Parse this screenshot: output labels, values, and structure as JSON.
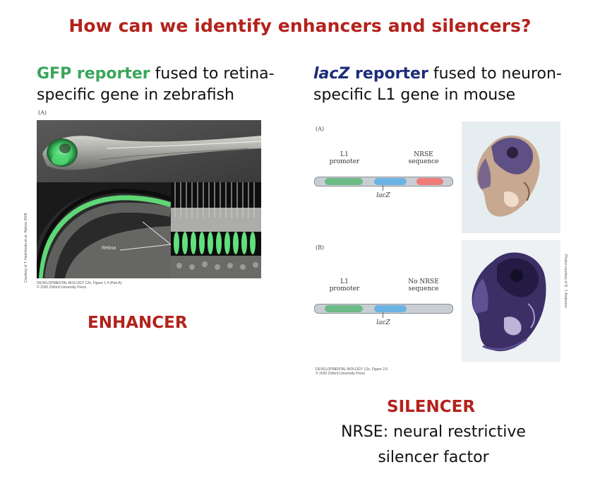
{
  "title": "How can we identify enhancers and silencers?",
  "left": {
    "caption_highlight": "GFP reporter",
    "caption_line1_rest": " fused to retina-",
    "caption_line2": "specific gene in zebrafish",
    "panel_label": "(A)",
    "overlay_label": "Retina",
    "credit_line1": "DEVELOPMENTAL BIOLOGY 12e, Figure 1.4 (Part A)",
    "credit_line2": "© 2020 Oxford University Press",
    "side_credit": "Courtesy of T. Hashimoto et al.; Nature 2009",
    "result_label": "ENHANCER"
  },
  "right": {
    "caption_highlight_italic": "lacZ",
    "caption_highlight_rest": " reporter",
    "caption_line1_rest": " fused to neuron-",
    "caption_line2": "specific L1 gene in mouse",
    "panel_a": "(A)",
    "panel_b": "(B)",
    "diagram_a": {
      "promoter_line1": "L1",
      "promoter_line2": "promoter",
      "sequence_line1": "NRSE",
      "sequence_line2": "sequence",
      "reporter": "lacZ"
    },
    "diagram_b": {
      "promoter_line1": "L1",
      "promoter_line2": "promoter",
      "sequence_line1": "No NRSE",
      "sequence_line2": "sequence",
      "reporter": "lacZ"
    },
    "credit_line1": "DEVELOPMENTAL BIOLOGY 12e, Figure 2.6",
    "credit_line2": "© 2020 Oxford University Press",
    "side_credit": "Photos courtesy of D. J. Anderson",
    "result_label": "SILENCER",
    "definition_line1": "NRSE: neural restrictive",
    "definition_line2": "silencer factor"
  },
  "colors": {
    "title_red": "#b3221c",
    "gfp_green": "#3aa55a",
    "lacz_navy": "#1c2d78",
    "promoter_green": "#6dbb86",
    "lacz_blue": "#6ab3e3",
    "nrse_red": "#ee7a7a",
    "track_gray": "#c9ced3"
  }
}
